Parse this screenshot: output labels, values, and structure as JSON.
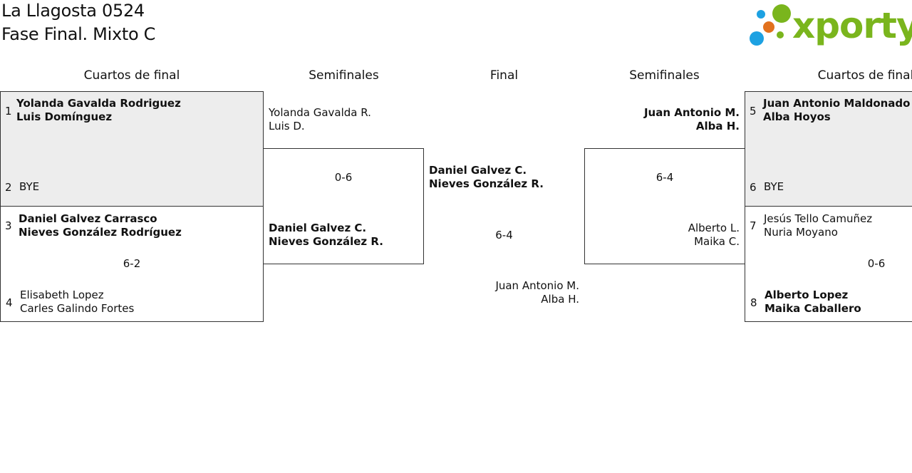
{
  "header": {
    "title_line1": "La Llagosta 0524",
    "title_line2": "Fase Final. Mixto C",
    "logo_text": "xporty",
    "logo_colors": {
      "green": "#7ab51d",
      "orange": "#e2711d",
      "blue": "#1da1e2"
    }
  },
  "rounds": {
    "left_quarters": "Cuartos de final",
    "left_semis": "Semifinales",
    "final": "Final",
    "right_semis": "Semifinales",
    "right_quarters": "Cuartos de final"
  },
  "left_quarters": [
    {
      "seed_a": "1",
      "a1": "Yolanda Gavalda Rodriguez",
      "a2": "Luis Domínguez",
      "seed_b": "2",
      "b1": "BYE",
      "b2": "",
      "score": ""
    },
    {
      "seed_a": "3",
      "a1": "Daniel Galvez Carrasco",
      "a2": "Nieves González Rodríguez",
      "seed_b": "4",
      "b1": "Elisabeth Lopez",
      "b2": "Carles Galindo Fortes",
      "score": "6-2"
    }
  ],
  "left_semi": {
    "top1": "Yolanda Gavalda R.",
    "top2": "Luis D.",
    "score": "0-6",
    "bot1": "Daniel Galvez C.",
    "bot2": "Nieves González R."
  },
  "final": {
    "top1": "Daniel Galvez C.",
    "top2": "Nieves González R.",
    "score": "6-4",
    "bot1": "Juan Antonio M.",
    "bot2": "Alba H."
  },
  "right_semi": {
    "top1": "Juan Antonio M.",
    "top2": "Alba H.",
    "score": "6-4",
    "bot1": "Alberto L.",
    "bot2": "Maika C."
  },
  "right_quarters": [
    {
      "seed_a": "5",
      "a1": "Juan Antonio Maldonado Fr",
      "a2": "Alba Hoyos",
      "seed_b": "6",
      "b1": "BYE",
      "b2": "",
      "score": ""
    },
    {
      "seed_a": "7",
      "a1": "Jesús Tello Camuñez",
      "a2": "Nuria Moyano",
      "seed_b": "8",
      "b1": "Alberto Lopez",
      "b2": "Maika Caballero",
      "score": "0-6"
    }
  ]
}
